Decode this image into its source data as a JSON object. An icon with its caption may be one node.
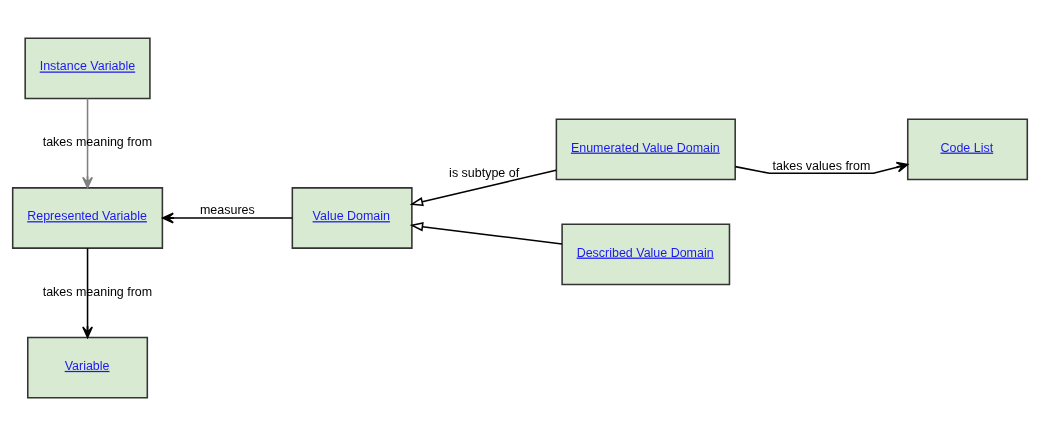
{
  "diagram": {
    "nodes": [
      {
        "text": [
          "Variable"
        ]
      },
      {
        "text": [
          "Represented Variable"
        ]
      },
      {
        "text": [
          "Instance Variable"
        ]
      },
      {
        "text": [
          "Value Domain"
        ]
      },
      {
        "text": [
          "Enumerated Value Domain"
        ]
      },
      {
        "text": [
          "Described Value Domain"
        ]
      },
      {
        "text": [
          "Code List"
        ]
      }
    ],
    "edges": [
      {
        "from": 1,
        "to": 0,
        "arrow": "to",
        "label": "takes meaning from"
      },
      {
        "from": 2,
        "to": 1,
        "arrow": "to",
        "label": "takes meaning from",
        "color": "#808080"
      },
      {
        "from": 3,
        "to": 1,
        "arrow": "to",
        "label": "measures"
      },
      {
        "from": 4,
        "to": 3,
        "arrow": "to",
        "label": "is subtype of"
      },
      {
        "from": 5,
        "to": 3,
        "arrow": "to"
      },
      {
        "from": 4,
        "to": 6,
        "arrow": "to",
        "label": "takes values from"
      }
    ]
  }
}
